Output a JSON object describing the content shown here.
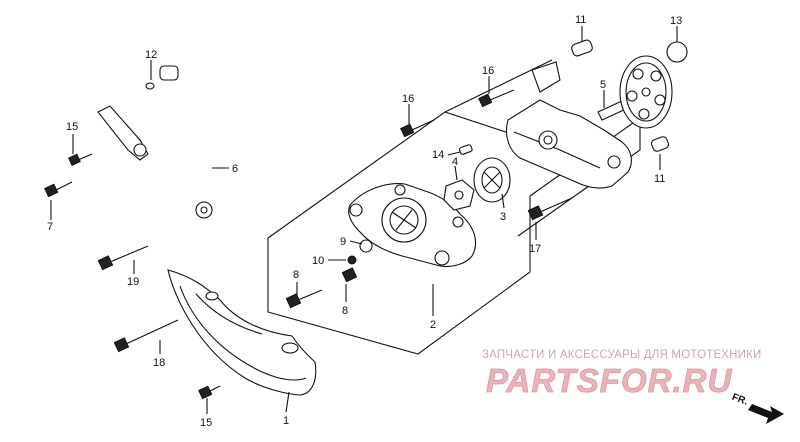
{
  "callouts": [
    {
      "id": "c-1",
      "text": "1"
    },
    {
      "id": "c-2",
      "text": "2"
    },
    {
      "id": "c-3",
      "text": "3"
    },
    {
      "id": "c-4",
      "text": "4"
    },
    {
      "id": "c-5",
      "text": "5"
    },
    {
      "id": "c-6",
      "text": "6"
    },
    {
      "id": "c-7",
      "text": "7"
    },
    {
      "id": "c-8a",
      "text": "8"
    },
    {
      "id": "c-8b",
      "text": "8"
    },
    {
      "id": "c-9",
      "text": "9"
    },
    {
      "id": "c-10",
      "text": "10"
    },
    {
      "id": "c-11a",
      "text": "11"
    },
    {
      "id": "c-11b",
      "text": "11"
    },
    {
      "id": "c-12",
      "text": "12"
    },
    {
      "id": "c-13",
      "text": "13"
    },
    {
      "id": "c-14",
      "text": "14"
    },
    {
      "id": "c-15a",
      "text": "15"
    },
    {
      "id": "c-15b",
      "text": "15"
    },
    {
      "id": "c-16a",
      "text": "16"
    },
    {
      "id": "c-16b",
      "text": "16"
    },
    {
      "id": "c-17",
      "text": "17"
    },
    {
      "id": "c-18",
      "text": "18"
    },
    {
      "id": "c-19",
      "text": "19"
    }
  ],
  "watermark": {
    "subtitle": "ЗАПЧАСТИ И АКСЕССУАРЫ ДЛЯ МОТОТЕХНИКИ",
    "logo": "PARTSFOR.RU"
  },
  "direction": {
    "label": "FR.",
    "icon": "arrow-forward-icon"
  },
  "colors": {
    "line": "#111111",
    "watermark": "#e9b3b8"
  }
}
